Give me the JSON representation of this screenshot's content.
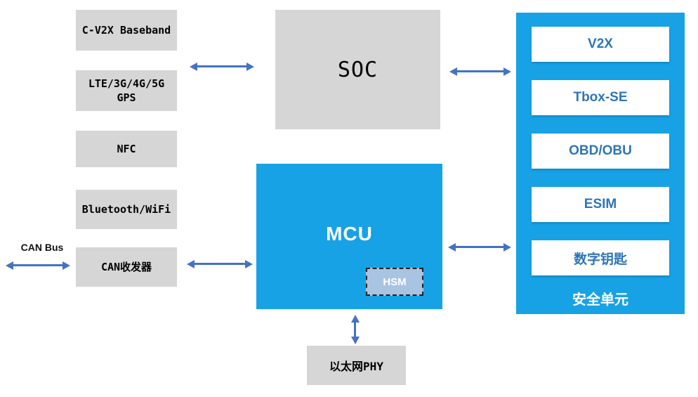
{
  "diagram": {
    "left_modules": [
      "C-V2X Baseband",
      "LTE/3G/4G/5G\nGPS",
      "NFC",
      "Bluetooth/WiFi",
      "CAN收发器"
    ],
    "can_bus_label": "CAN Bus",
    "soc_label": "SOC",
    "mcu_label": "MCU",
    "hsm_label": "HSM",
    "ethernet_label": "以太网PHY",
    "security_panel": {
      "items": [
        "V2X",
        "Tbox-SE",
        "OBD/OBU",
        "ESIM",
        "数字钥匙"
      ],
      "title": "安全单元"
    },
    "colors": {
      "gray_box": "#d6d6d6",
      "panel_blue": "#17a2e6",
      "arrow_blue": "#4472c4",
      "item_text_blue": "#2e75b6",
      "hsm_fill": "#a9c3e2"
    }
  }
}
